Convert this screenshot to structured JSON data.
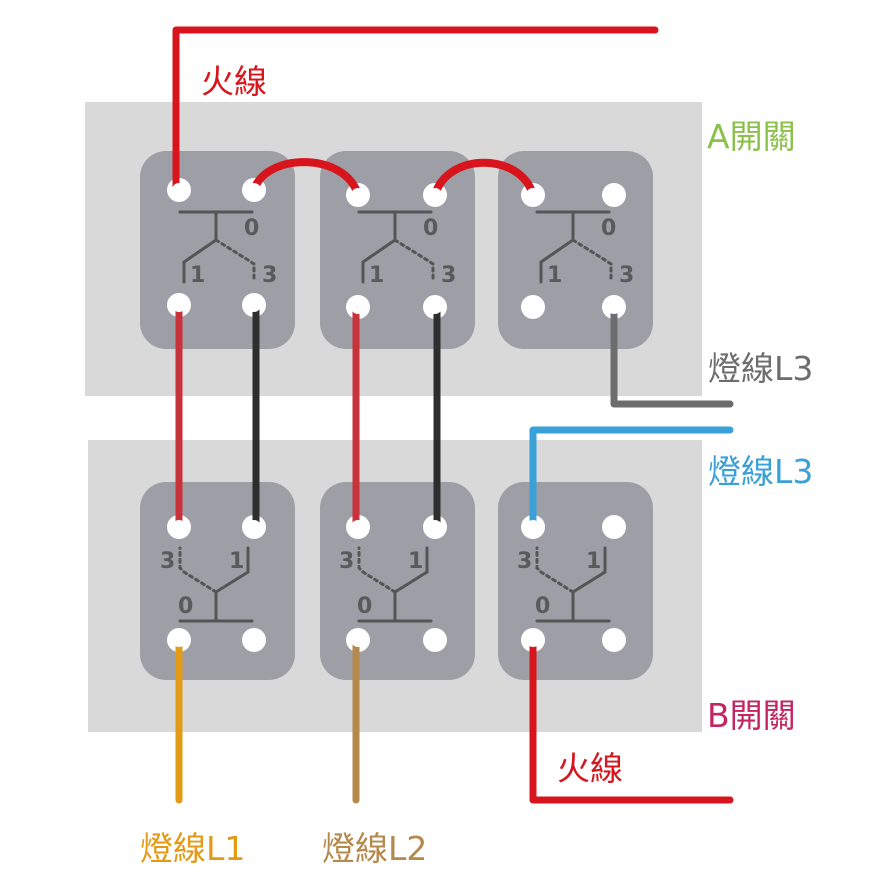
{
  "panels": {
    "a": {
      "label": "A開關",
      "color": "#8cc04c"
    },
    "b": {
      "label": "B開關",
      "color": "#c42462"
    }
  },
  "switch_terminals": {
    "common": "0",
    "one": "1",
    "three": "3"
  },
  "wires": {
    "live_top": {
      "label": "火線",
      "color": "#d8141c"
    },
    "live_bottom": {
      "label": "火線",
      "color": "#d8141c"
    },
    "lamp_l3_gray": {
      "label": "燈線L3",
      "color": "#6d6d6d"
    },
    "lamp_l3_blue": {
      "label": "燈線L3",
      "color": "#3aa0d8"
    },
    "lamp_l1": {
      "label": "燈線L1",
      "color": "#e29a17"
    },
    "lamp_l2": {
      "label": "燈線L2",
      "color": "#b5884b"
    },
    "traveler_red": {
      "color": "#c8323a"
    },
    "traveler_black": {
      "color": "#2e2e2e"
    },
    "bridge": {
      "color": "#d8141c"
    }
  },
  "colors": {
    "panel_bg": "#d9d9d9",
    "switch_body": "#9e9ea6",
    "terminal": "#ffffff",
    "mechanism": "#555555"
  }
}
